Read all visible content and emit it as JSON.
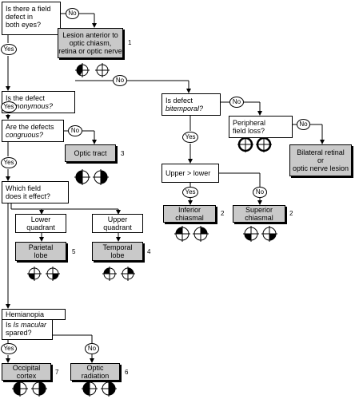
{
  "questions": {
    "q1": {
      "line1": "Is there a field",
      "line2": "defect in",
      "line3": "both eyes?"
    },
    "q2": {
      "line1": "Is the defect",
      "line2": "homonymous?"
    },
    "q3": {
      "line1": "Are the defects",
      "line2": "congruous?"
    },
    "q4": {
      "line1": "Which field",
      "line2": "does it effect?"
    },
    "q5": {
      "line1": "Is macular",
      "line2": "spared?"
    },
    "q6": {
      "line1": "Is defect",
      "line2": "bitemporal?"
    },
    "q7": {
      "line1": "Peripheral",
      "line2": "field loss?"
    }
  },
  "answers": {
    "yes": "Yes",
    "no": "No"
  },
  "nodes": {
    "lesion_anterior": {
      "label": "Lesion anterior to\noptic chiasm,\nretina or optic nerve",
      "number": "1"
    },
    "optic_tract": {
      "label": "Optic tract",
      "number": "3"
    },
    "lower_quadrant": {
      "label": "Lower\nquadrant"
    },
    "upper_quadrant": {
      "label": "Upper\nquadrant"
    },
    "parietal_lobe": {
      "label": "Parietal\nlobe",
      "number": "5"
    },
    "temporal_lobe": {
      "label": "Temporal\nlobe",
      "number": "4"
    },
    "hemianopia": {
      "label": "Hemianopia"
    },
    "occipital_cortex": {
      "label": "Occipital\ncortex",
      "number": "7"
    },
    "optic_radiation": {
      "label": "Optic\nradiation",
      "number": "6"
    },
    "upper_lower": {
      "label": "Upper > lower"
    },
    "inferior_chiasmal": {
      "label": "Inferior\nchiasmal",
      "number": "2"
    },
    "superior_chiasmal": {
      "label": "Superior\nchiasmal",
      "number": "2"
    },
    "bilateral_retinal": {
      "label": "Bilateral retinal\nor\noptic nerve lesion"
    }
  },
  "colors": {
    "shaded_box": "#c9c9c9",
    "defect_fill": "#000000",
    "line": "#000000"
  }
}
